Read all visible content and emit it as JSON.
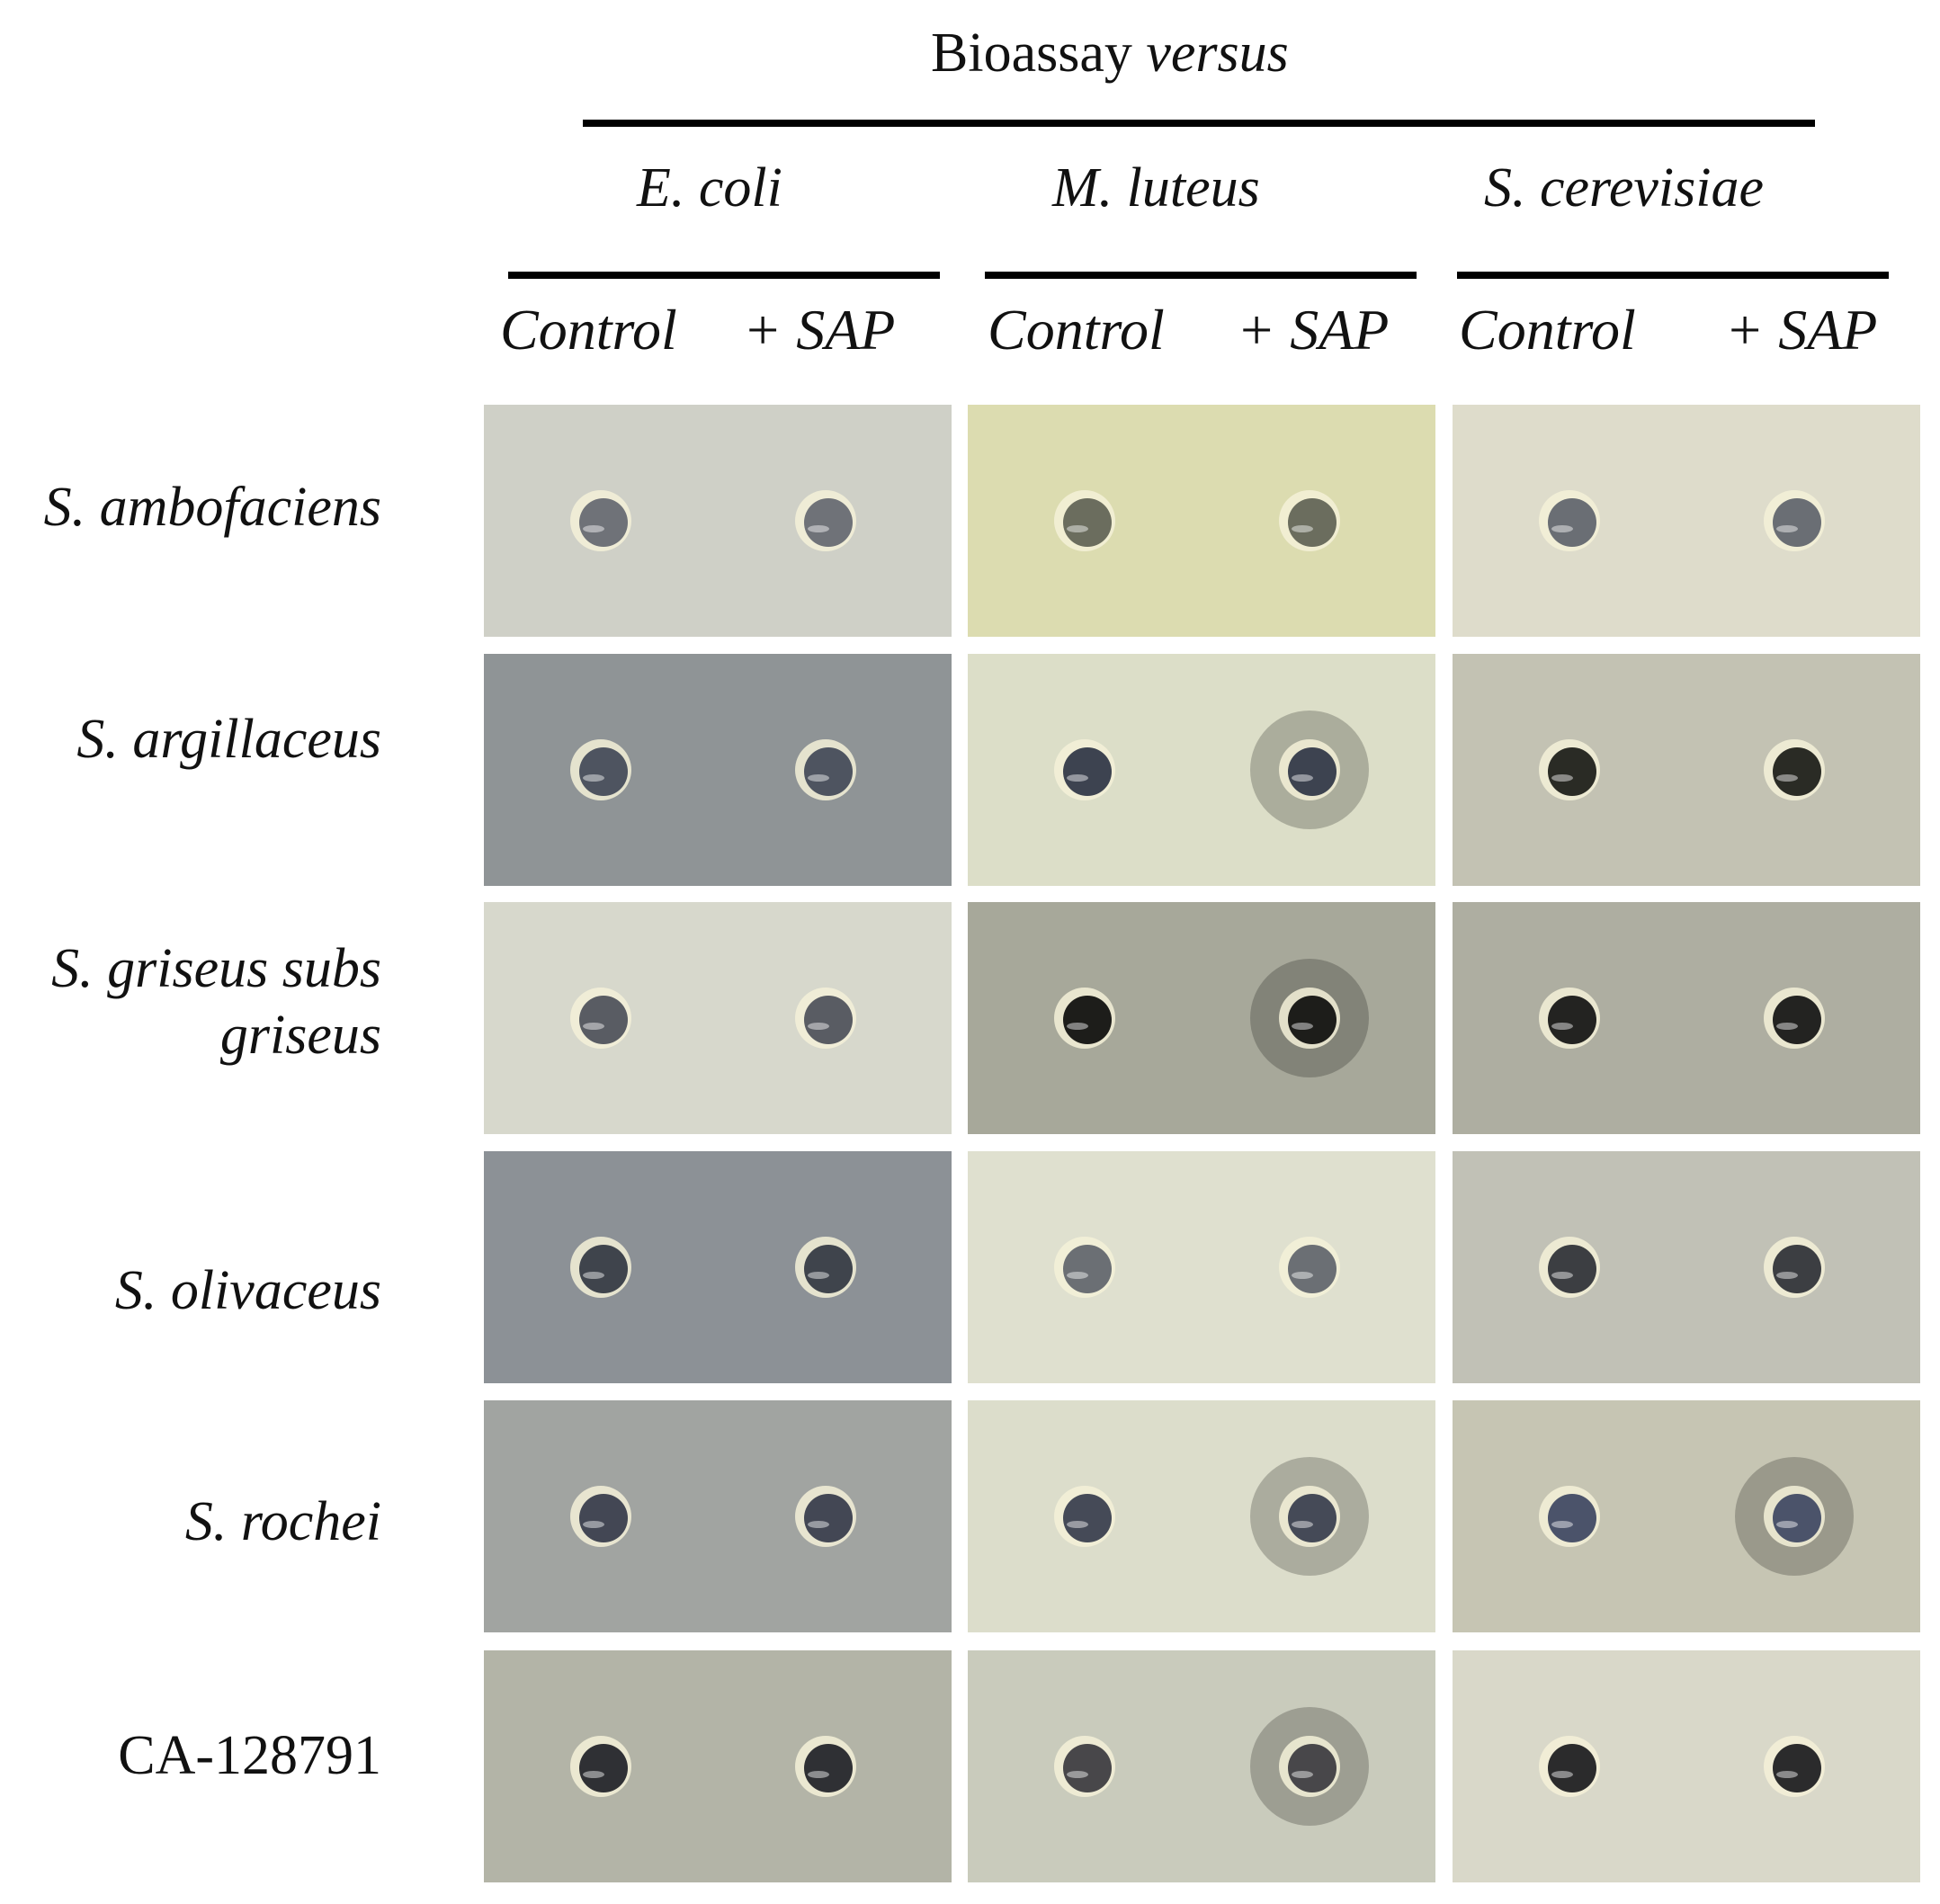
{
  "figure": {
    "title_main": "Bioassay ",
    "title_italic": "versus",
    "organisms": [
      "E. coli",
      "M. luteus",
      "S. cerevisiae"
    ],
    "conditions": [
      "Control",
      "+ SAP"
    ]
  },
  "strains": [
    {
      "name": "S. ambofaciens",
      "italic": true
    },
    {
      "name": "S. argillaceus",
      "italic": true
    },
    {
      "name": "S. griseus subs",
      "name_line2": "griseus",
      "italic": true
    },
    {
      "name": "S. olivaceus",
      "italic": true
    },
    {
      "name": "S. rochei",
      "italic": true
    },
    {
      "name": "CA-128791",
      "italic": false
    }
  ],
  "panels": [
    [
      {
        "bg": "#cfd0c7",
        "well": "#6f7278",
        "inhibition_control": false,
        "inhibition_sap": false
      },
      {
        "bg": "#dcdcb0",
        "well": "#6b6d5e",
        "inhibition_control": false,
        "inhibition_sap": false
      },
      {
        "bg": "#dedccb",
        "well": "#6a6e74",
        "inhibition_control": false,
        "inhibition_sap": false
      }
    ],
    [
      {
        "bg": "#8f9496",
        "well": "#4e5460",
        "inhibition_control": false,
        "inhibition_sap": false
      },
      {
        "bg": "#dcdec8",
        "well": "#3d4350",
        "inhibition_control": false,
        "inhibition_sap": true
      },
      {
        "bg": "#c3c2b3",
        "well": "#2a2b25",
        "inhibition_control": false,
        "inhibition_sap": false
      }
    ],
    [
      {
        "bg": "#d7d8cc",
        "well": "#595c63",
        "inhibition_control": false,
        "inhibition_sap": false
      },
      {
        "bg": "#a7a89a",
        "well": "#1d1d1a",
        "inhibition_control": false,
        "inhibition_sap": true
      },
      {
        "bg": "#aeaea1",
        "well": "#232321",
        "inhibition_control": false,
        "inhibition_sap": false
      }
    ],
    [
      {
        "bg": "#8c9196",
        "well": "#3f444c",
        "inhibition_control": false,
        "inhibition_sap": false
      },
      {
        "bg": "#dfe0cf",
        "well": "#6b6f74",
        "inhibition_control": false,
        "inhibition_sap": false
      },
      {
        "bg": "#c1c1b6",
        "well": "#3c3e42",
        "inhibition_control": false,
        "inhibition_sap": false
      }
    ],
    [
      {
        "bg": "#a1a4a1",
        "well": "#434754",
        "inhibition_control": false,
        "inhibition_sap": false
      },
      {
        "bg": "#dcddcb",
        "well": "#454a57",
        "inhibition_control": false,
        "inhibition_sap": true
      },
      {
        "bg": "#c6c5b3",
        "well": "#4b536a",
        "inhibition_control": false,
        "inhibition_sap": true
      }
    ],
    [
      {
        "bg": "#b3b4a7",
        "well": "#2f3034",
        "inhibition_control": false,
        "inhibition_sap": false
      },
      {
        "bg": "#c9cbbc",
        "well": "#48474a",
        "inhibition_control": false,
        "inhibition_sap": true
      },
      {
        "bg": "#d9d8c9",
        "well": "#2b2b2c",
        "inhibition_control": false,
        "inhibition_sap": false
      }
    ]
  ]
}
